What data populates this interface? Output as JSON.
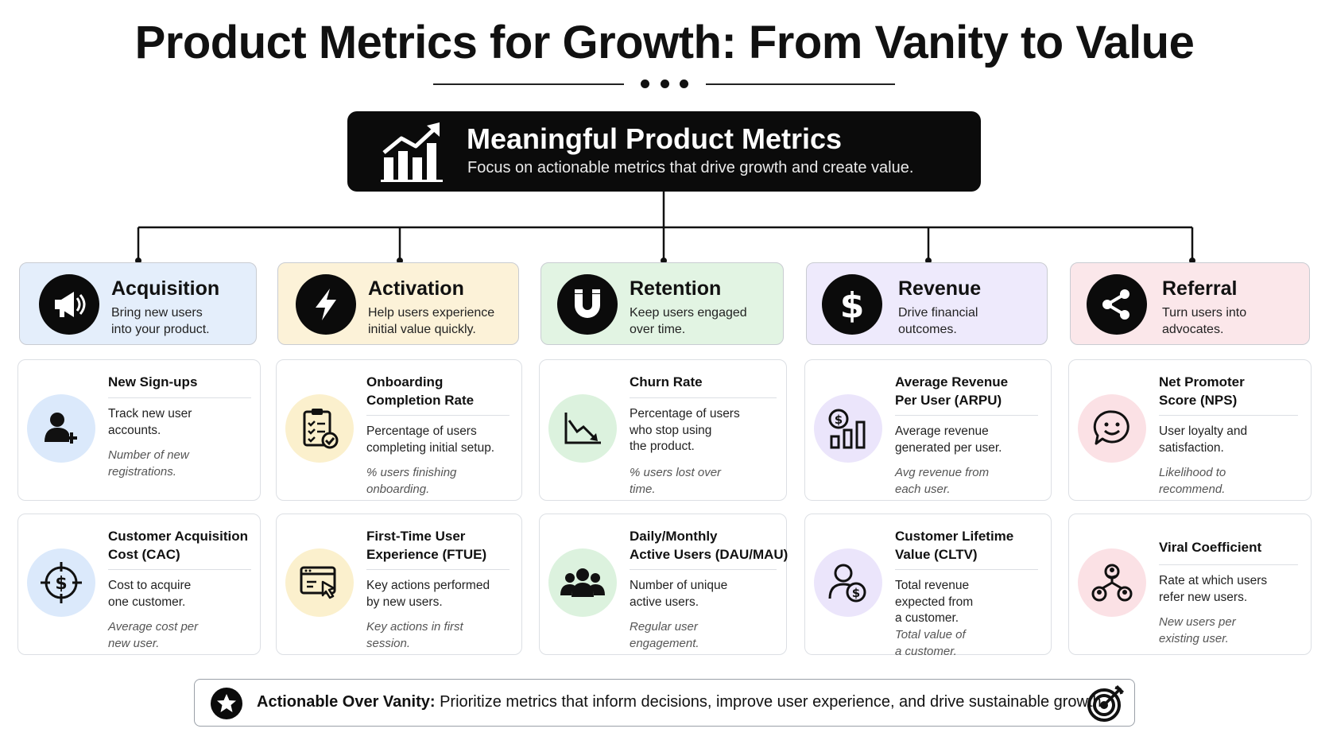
{
  "title": "Product Metrics for Growth: From Vanity to Value",
  "hero": {
    "title": "Meaningful Product Metrics",
    "subtitle": "Focus on actionable metrics that drive growth and create value."
  },
  "colors": {
    "acquisition": "#e4eefb",
    "activation": "#fcf2d8",
    "retention": "#e2f4e3",
    "revenue": "#eeeafc",
    "referral": "#fbe7ea"
  },
  "categories": [
    {
      "title": "Acquisition",
      "desc1": "Bring new users",
      "desc2": "into your product.",
      "icon": "megaphone-icon",
      "metrics": [
        {
          "title": "New Sign-ups",
          "desc1": "Track new user",
          "desc2": "accounts.",
          "desc3": "",
          "note1": "Number of new",
          "note2": "registrations.",
          "icon": "user-plus-icon"
        },
        {
          "title": "Customer Acquisition",
          "title2": "Cost (CAC)",
          "desc1": "Cost to acquire",
          "desc2": "one customer.",
          "desc3": "",
          "note1": "Average cost per",
          "note2": "new user.",
          "icon": "dollar-target-icon"
        }
      ]
    },
    {
      "title": "Activation",
      "desc1": "Help users experience",
      "desc2": "initial value quickly.",
      "icon": "lightning-icon",
      "metrics": [
        {
          "title": "Onboarding",
          "title2": "Completion Rate",
          "desc1": "Percentage of users",
          "desc2": "completing initial setup.",
          "desc3": "",
          "note1": "% users finishing",
          "note2": "onboarding.",
          "icon": "checklist-icon"
        },
        {
          "title": "First-Time User",
          "title2": "Experience (FTUE)",
          "desc1": "Key actions performed",
          "desc2": "by new users.",
          "desc3": "",
          "note1": "Key actions in first",
          "note2": "session.",
          "icon": "browser-cursor-icon"
        }
      ]
    },
    {
      "title": "Retention",
      "desc1": "Keep users engaged",
      "desc2": "over time.",
      "icon": "magnet-icon",
      "metrics": [
        {
          "title": "Churn Rate",
          "desc1": "Percentage of users",
          "desc2": "who stop using",
          "desc3": "the product.",
          "note1": "% users lost over",
          "note2": "time.",
          "icon": "trend-down-icon"
        },
        {
          "title": "Daily/Monthly",
          "title2": "Active Users (DAU/MAU)",
          "desc1": "Number of unique",
          "desc2": "active users.",
          "desc3": "",
          "note1": "Regular user",
          "note2": "engagement.",
          "icon": "users-group-icon"
        }
      ]
    },
    {
      "title": "Revenue",
      "desc1": "Drive financial",
      "desc2": "outcomes.",
      "icon": "dollar-icon",
      "metrics": [
        {
          "title": "Average Revenue",
          "title2": "Per User (ARPU)",
          "desc1": "Average revenue",
          "desc2": "generated per user.",
          "desc3": "",
          "note1": "Avg revenue from",
          "note2": "each user.",
          "icon": "revenue-bars-icon"
        },
        {
          "title": "Customer Lifetime",
          "title2": "Value (CLTV)",
          "desc1": "Total revenue",
          "desc2": "expected from",
          "desc3": "a customer.",
          "note1": "Total value of",
          "note2": "a customer.",
          "icon": "user-dollar-icon"
        }
      ]
    },
    {
      "title": "Referral",
      "desc1": "Turn users into",
      "desc2": "advocates.",
      "icon": "share-icon",
      "metrics": [
        {
          "title": "Net Promoter",
          "title2": "Score (NPS)",
          "desc1": "User loyalty and",
          "desc2": "satisfaction.",
          "desc3": "",
          "note1": "Likelihood to",
          "note2": "recommend.",
          "icon": "smile-chat-icon"
        },
        {
          "title": "Viral Coefficient",
          "desc1": "Rate at which users",
          "desc2": "refer new users.",
          "desc3": "",
          "note1": "New users per",
          "note2": "existing user.",
          "icon": "referral-network-icon"
        }
      ]
    }
  ],
  "footer": {
    "lead": "Actionable Over Vanity:",
    "text": " Prioritize metrics that inform decisions, improve user experience, and drive sustainable growth."
  }
}
